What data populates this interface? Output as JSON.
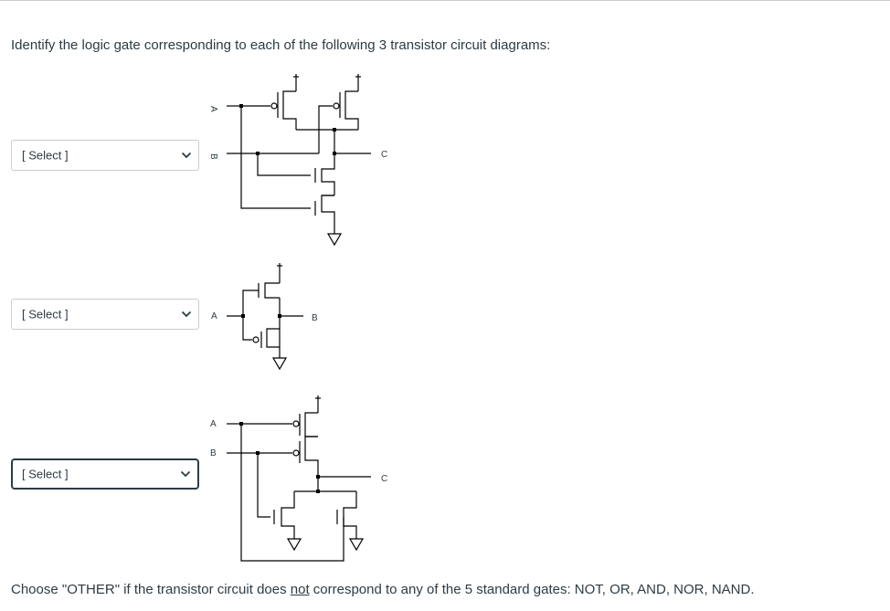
{
  "question": {
    "prompt": "Identify the logic gate corresponding to each of the following 3 transistor circuit diagrams:",
    "footer_before": "Choose \"OTHER\" if the transistor circuit does ",
    "footer_emph": "not",
    "footer_after": " correspond to any of the 5 standard gates: NOT, OR, AND, NOR, NAND."
  },
  "selects": [
    {
      "value": "[ Select ]"
    },
    {
      "value": "[ Select ]"
    },
    {
      "value": "[ Select ]"
    }
  ],
  "circuits": [
    {
      "labels": {
        "a": "A",
        "b": "B",
        "out": "C"
      }
    },
    {
      "labels": {
        "a": "A",
        "out": "B"
      }
    },
    {
      "labels": {
        "a": "A",
        "b": "B",
        "out": "C"
      }
    }
  ],
  "colors": {
    "text": "#2d3b45",
    "border": "#c7cdd1",
    "wire": "#000000"
  }
}
